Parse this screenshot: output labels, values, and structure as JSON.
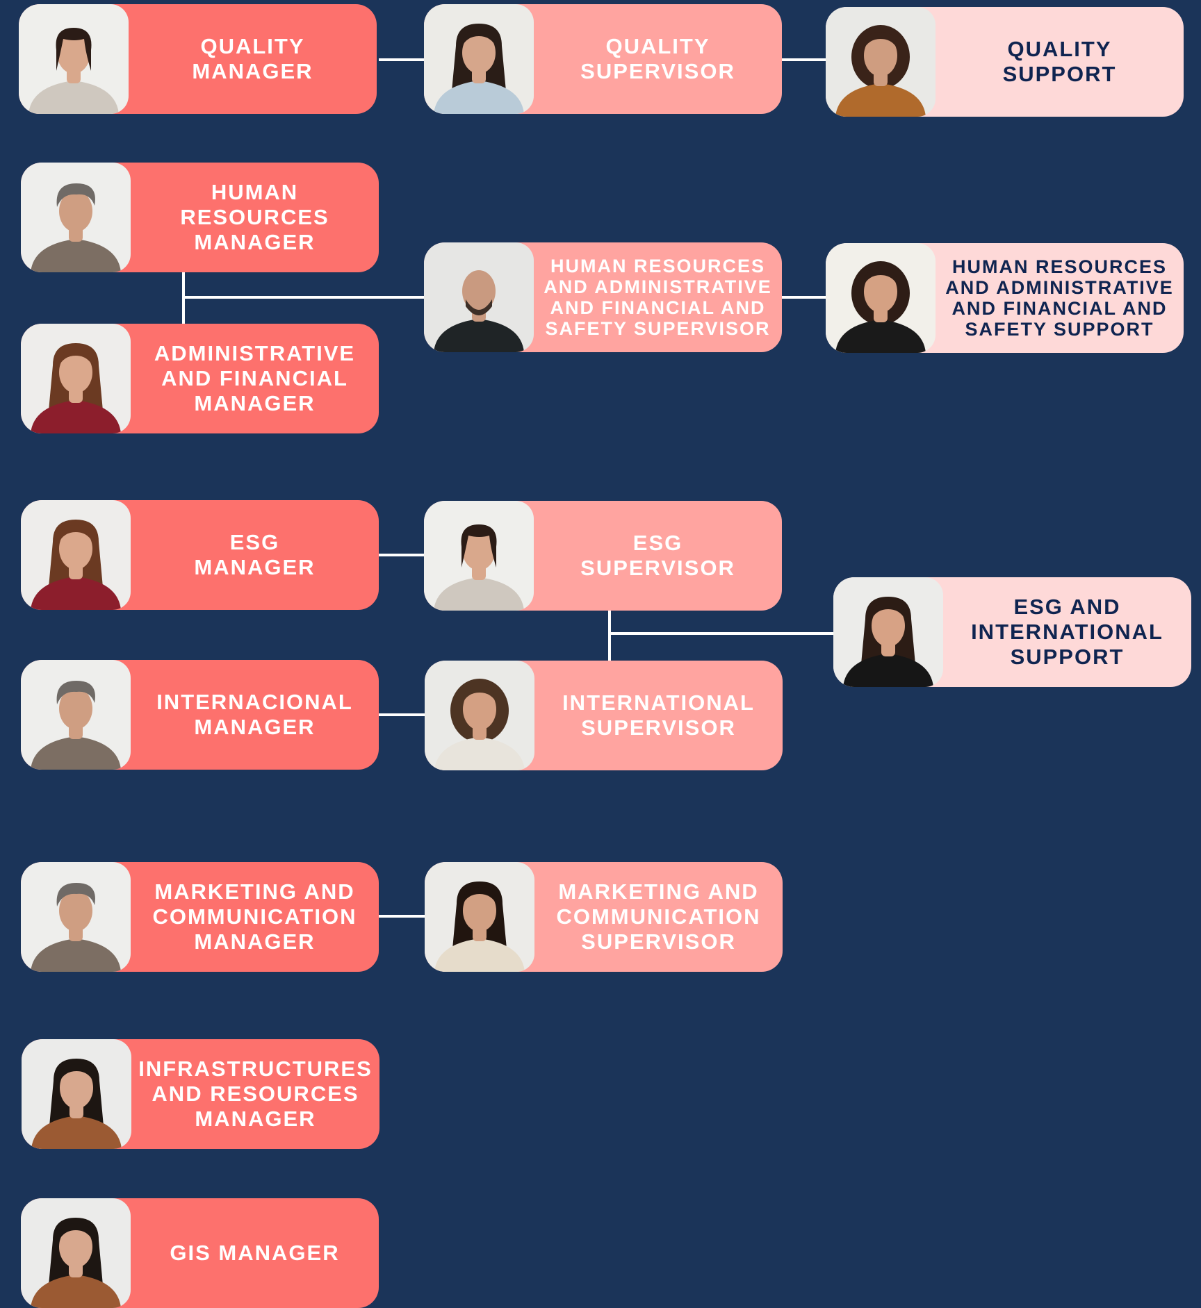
{
  "colors": {
    "background": "#1b3459",
    "manager": "#fd716d",
    "supervisor": "#ffa4a0",
    "support": "#fed9d8",
    "support_text": "#0f2450",
    "connector": "#ffffff"
  },
  "cards": {
    "quality_manager": {
      "title": "QUALITY\nMANAGER"
    },
    "quality_supervisor": {
      "title": "QUALITY\nSUPERVISOR"
    },
    "quality_support": {
      "title": "QUALITY\nSUPPORT"
    },
    "hr_manager": {
      "title": "HUMAN\nRESOURCES\nMANAGER"
    },
    "hr_supervisor": {
      "title": "HUMAN RESOURCES\nAND ADMINISTRATIVE\nAND FINANCIAL AND\nSAFETY SUPERVISOR"
    },
    "hr_support": {
      "title": "HUMAN RESOURCES\nAND ADMINISTRATIVE\nAND FINANCIAL AND\nSAFETY SUPPORT"
    },
    "admin_fin_manager": {
      "title": "ADMINISTRATIVE\nAND FINANCIAL\nMANAGER"
    },
    "esg_manager": {
      "title": "ESG\nMANAGER"
    },
    "esg_supervisor": {
      "title": "ESG\nSUPERVISOR"
    },
    "esg_intl_support": {
      "title": "ESG AND\nINTERNATIONAL\nSUPPORT"
    },
    "intl_manager": {
      "title": "INTERNACIONAL\nMANAGER"
    },
    "intl_supervisor": {
      "title": "INTERNATIONAL\nSUPERVISOR"
    },
    "mkt_manager": {
      "title": "MARKETING AND\nCOMMUNICATION\nMANAGER"
    },
    "mkt_supervisor": {
      "title": "MARKETING AND\nCOMMUNICATION\nSUPERVISOR"
    },
    "infra_manager": {
      "title": "INFRASTRUCTURES\nAND RESOURCES\nMANAGER"
    },
    "gis_manager": {
      "title": "GIS MANAGER"
    }
  },
  "portraits": {
    "quality_manager": {
      "bg": "#efefec",
      "hair": "#2b1c16",
      "skin": "#d9a88c",
      "shirt": "#cfc8bf",
      "hair_style": "short"
    },
    "quality_supervisor": {
      "bg": "#ecebe7",
      "hair": "#2a1d17",
      "skin": "#d6a68b",
      "shirt": "#b9cbd8",
      "hair_style": "long"
    },
    "quality_support": {
      "bg": "#e9e9e6",
      "hair": "#3a2319",
      "skin": "#cf9d80",
      "shirt": "#b06a2c",
      "hair_style": "curly"
    },
    "hr_manager": {
      "bg": "#eeeeec",
      "hair": "#6f6a66",
      "skin": "#cf9e82",
      "shirt": "#7c6e63",
      "hair_style": "male"
    },
    "hr_supervisor": {
      "bg": "#e6e6e4",
      "hair": "#3d2f27",
      "skin": "#c99a80",
      "shirt": "#1f2426",
      "hair_style": "bald"
    },
    "hr_support": {
      "bg": "#f2f0ea",
      "hair": "#2e1d16",
      "skin": "#d5a183",
      "shirt": "#1a1a1a",
      "hair_style": "curly"
    },
    "admin_fin_manager": {
      "bg": "#eeedeb",
      "hair": "#6b3a22",
      "skin": "#dba88c",
      "shirt": "#8c1e2c",
      "hair_style": "long"
    },
    "esg_manager": {
      "bg": "#eeedeb",
      "hair": "#6b3a22",
      "skin": "#dba88c",
      "shirt": "#8c1e2c",
      "hair_style": "long"
    },
    "esg_supervisor": {
      "bg": "#efefec",
      "hair": "#2b1c16",
      "skin": "#d9a88c",
      "shirt": "#cfc8bf",
      "hair_style": "short"
    },
    "esg_intl_support": {
      "bg": "#ececea",
      "hair": "#2c1c15",
      "skin": "#d7a285",
      "shirt": "#161616",
      "hair_style": "long"
    },
    "intl_manager": {
      "bg": "#eeeeec",
      "hair": "#6f6a66",
      "skin": "#cf9e82",
      "shirt": "#7c6e63",
      "hair_style": "male"
    },
    "intl_supervisor": {
      "bg": "#eaeae7",
      "hair": "#4d3423",
      "skin": "#d4a083",
      "shirt": "#e8e4dc",
      "hair_style": "curly"
    },
    "mkt_manager": {
      "bg": "#eeeeec",
      "hair": "#6f6a66",
      "skin": "#cf9e82",
      "shirt": "#7c6e63",
      "hair_style": "male"
    },
    "mkt_supervisor": {
      "bg": "#ecebe8",
      "hair": "#21150f",
      "skin": "#d2a083",
      "shirt": "#e6dccb",
      "hair_style": "long"
    },
    "infra_manager": {
      "bg": "#ebebea",
      "hair": "#1d1612",
      "skin": "#d8a88e",
      "shirt": "#9b5a33",
      "hair_style": "long"
    },
    "gis_manager": {
      "bg": "#ebebea",
      "hair": "#1d1612",
      "skin": "#d8a88e",
      "shirt": "#9b5a33",
      "hair_style": "long"
    }
  }
}
